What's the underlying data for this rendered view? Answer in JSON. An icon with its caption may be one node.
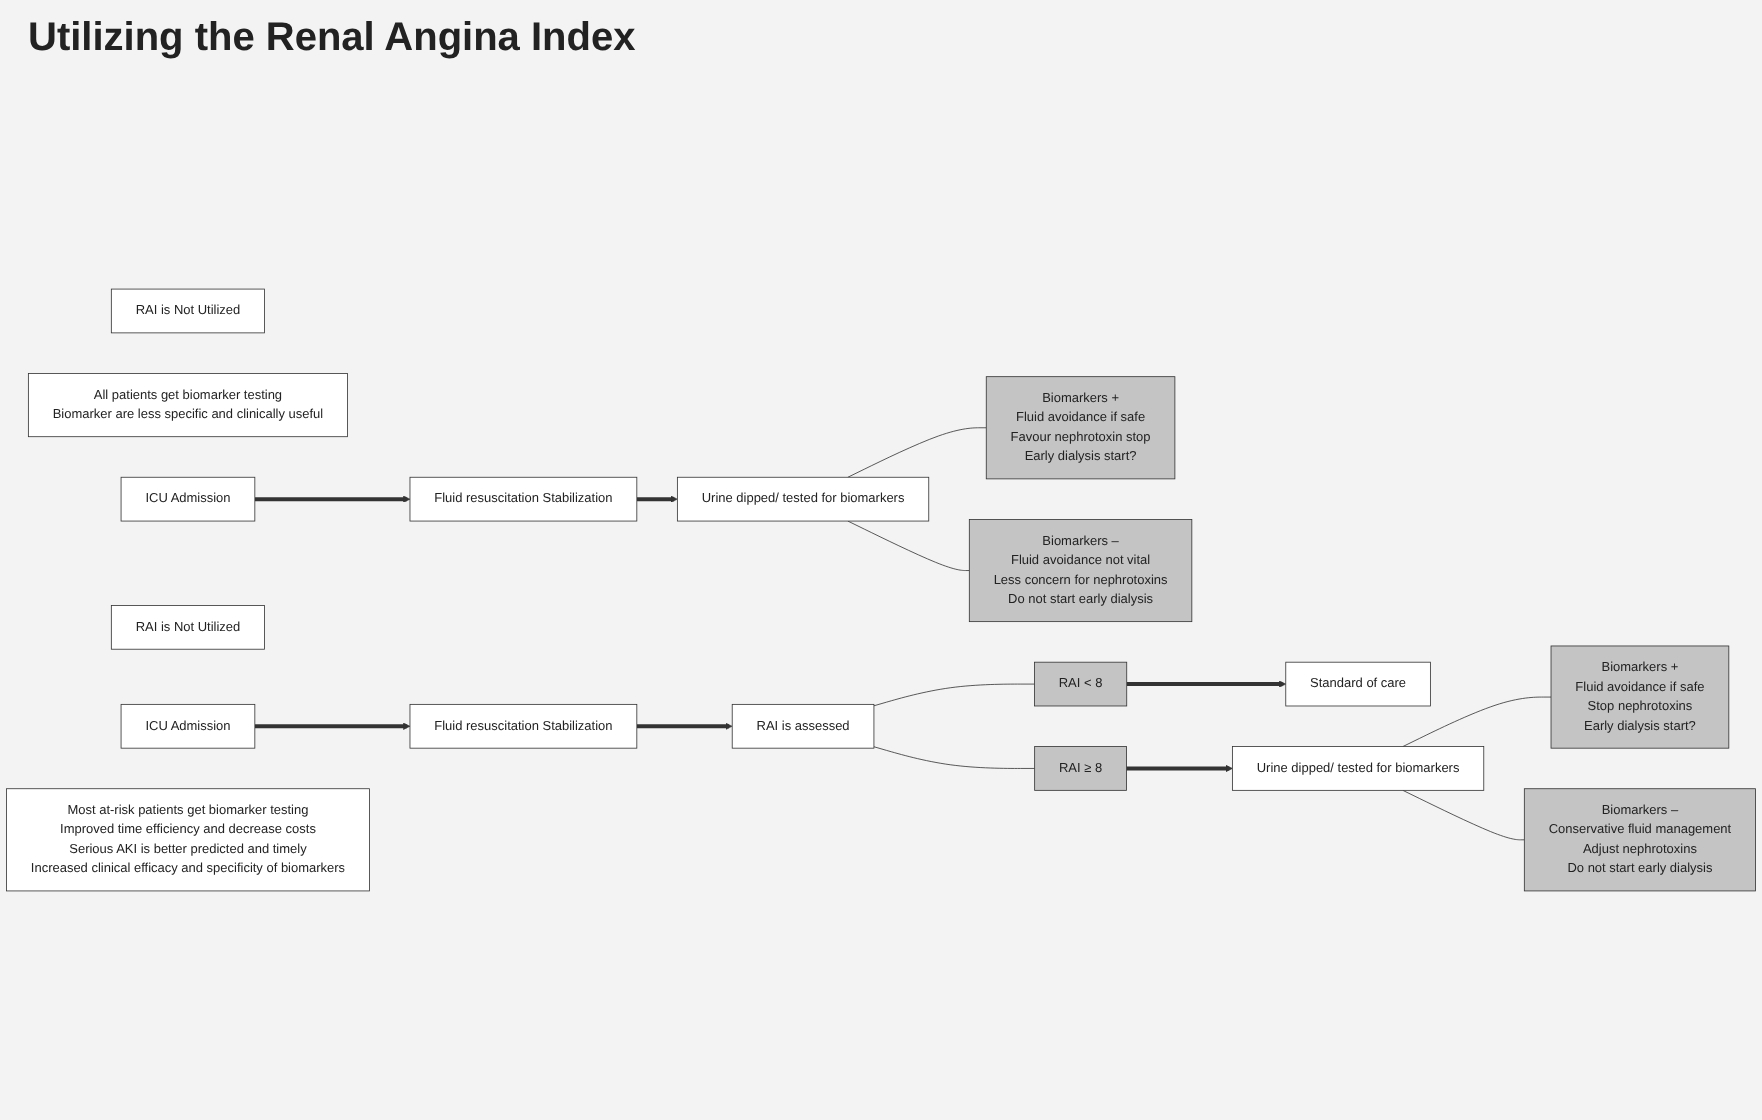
{
  "diagram": {
    "title": "Utilizing the Renal Angina Index",
    "nodes": [
      {
        "text": [
          "RAI is Not Utilized"
        ]
      },
      {
        "text": [
          "All patients get biomarker testing",
          "Biomarker are less specific and clinically useful"
        ]
      },
      {
        "text": [
          "ICU Admission"
        ]
      },
      {
        "text": [
          "Fluid resuscitation Stabilization"
        ]
      },
      {
        "text": [
          "Urine dipped/ tested for biomarkers"
        ]
      },
      {
        "text": [
          "Biomarkers +",
          "Fluid avoidance if safe",
          "Favour nephrotoxin stop",
          "Early dialysis start?"
        ]
      },
      {
        "text": [
          "Biomarkers –",
          "Fluid avoidance not vital",
          "Less concern for nephrotoxins",
          "Do not start early dialysis"
        ]
      },
      {
        "text": [
          "RAI is Not Utilized"
        ]
      },
      {
        "text": [
          "ICU Admission"
        ]
      },
      {
        "text": [
          "Fluid resuscitation Stabilization"
        ]
      },
      {
        "text": [
          "RAI is assessed"
        ]
      },
      {
        "text": [
          "RAI < 8"
        ]
      },
      {
        "text": [
          "RAI ≥ 8"
        ]
      },
      {
        "text": [
          "Standard of care"
        ]
      },
      {
        "text": [
          "Urine dipped/ tested for biomarkers"
        ]
      },
      {
        "text": [
          "Biomarkers +",
          "Fluid avoidance if safe",
          "Stop nephrotoxins",
          "Early dialysis start?"
        ]
      },
      {
        "text": [
          "Biomarkers –",
          "Conservative fluid management",
          "Adjust nephrotoxins",
          "Do not start early dialysis"
        ]
      },
      {
        "text": [
          "Most at-risk patients get biomarker testing",
          "Improved time efficiency and decrease costs",
          "Serious AKI is better predicted and timely",
          "Increased clinical efficacy and specificity of biomarkers"
        ]
      }
    ],
    "edges": [
      {
        "from": 2,
        "to": 3,
        "arrow": "to",
        "style": "thick"
      },
      {
        "from": 3,
        "to": 4,
        "arrow": "to",
        "style": "thick"
      },
      {
        "from": 4,
        "to": 5,
        "arrow": "none"
      },
      {
        "from": 4,
        "to": 6,
        "arrow": "none"
      },
      {
        "from": 8,
        "to": 9,
        "arrow": "to",
        "style": "thick"
      },
      {
        "from": 9,
        "to": 10,
        "arrow": "to",
        "style": "thick"
      },
      {
        "from": 10,
        "to": 11,
        "arrow": "none"
      },
      {
        "from": 10,
        "to": 12,
        "arrow": "none"
      },
      {
        "from": 11,
        "to": 13,
        "arrow": "to",
        "style": "thick"
      },
      {
        "from": 12,
        "to": 14,
        "arrow": "to",
        "style": "thick"
      },
      {
        "from": 14,
        "to": 15,
        "arrow": "none"
      },
      {
        "from": 14,
        "to": 16,
        "arrow": "none"
      }
    ]
  }
}
